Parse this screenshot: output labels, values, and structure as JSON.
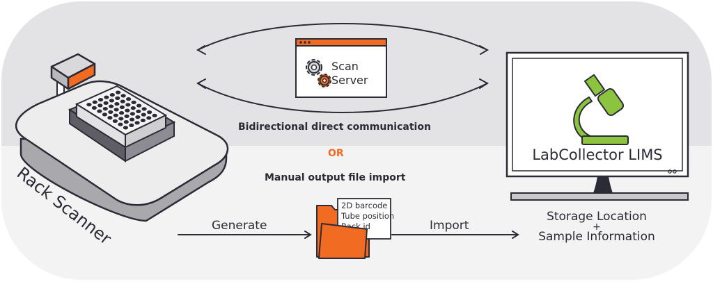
{
  "scanner": {
    "label": "Rack Scanner"
  },
  "scan_server": {
    "line1": "Scan",
    "line2": "Server"
  },
  "flow": {
    "bidirectional": "Bidirectional direct communication",
    "or": "OR",
    "manual": "Manual output file import",
    "generate": "Generate",
    "import": "Import"
  },
  "file": {
    "fields": [
      "2D barcode",
      "Tube position",
      "Rack id"
    ]
  },
  "lims": {
    "title": "LabCollector LIMS"
  },
  "result": {
    "line1": "Storage Location",
    "plus": "+",
    "line2": "Sample Information"
  },
  "colors": {
    "accent": "#f26b23",
    "lime": "#8cc43f",
    "ink": "#2b2b35",
    "band": "#e3e3e5",
    "band_light": "#f3f3f4"
  }
}
